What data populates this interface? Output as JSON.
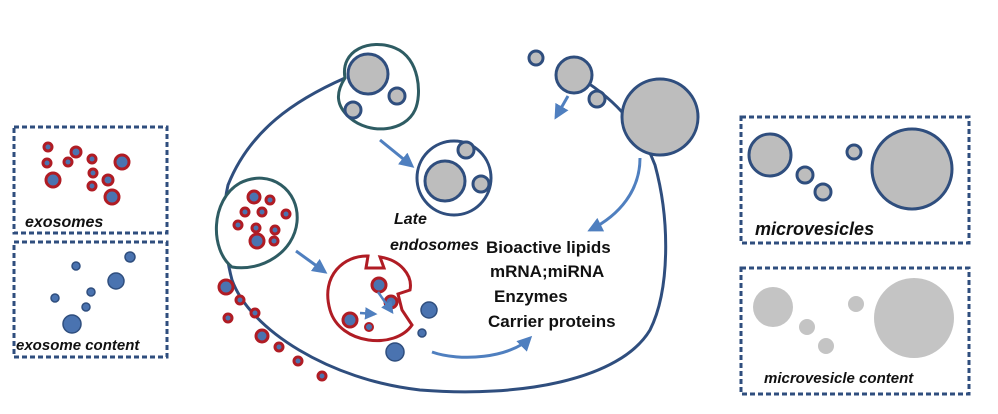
{
  "labels": {
    "exosomes": "exosomes",
    "exosome_content": "exosome content",
    "microvesicles": "microvesicles",
    "microvesicle_content": "microvesicle content",
    "late_endosomes_line1": "Late",
    "late_endosomes_line2": "endosomes"
  },
  "cargo_list": [
    "Bioactive lipids",
    "mRNA;miRNA",
    "Enzymes",
    "Carrier proteins"
  ],
  "colors": {
    "cell_outline": "#2f4e7e",
    "membrane_teal": "#2e5c63",
    "exosome_red": "#b01c24",
    "cargo_blue": "#4a73b0",
    "vesicle_grey": "#c0c0c0",
    "arrow_blue": "#4f7fbf",
    "legend_border": "#2f4e7e"
  }
}
